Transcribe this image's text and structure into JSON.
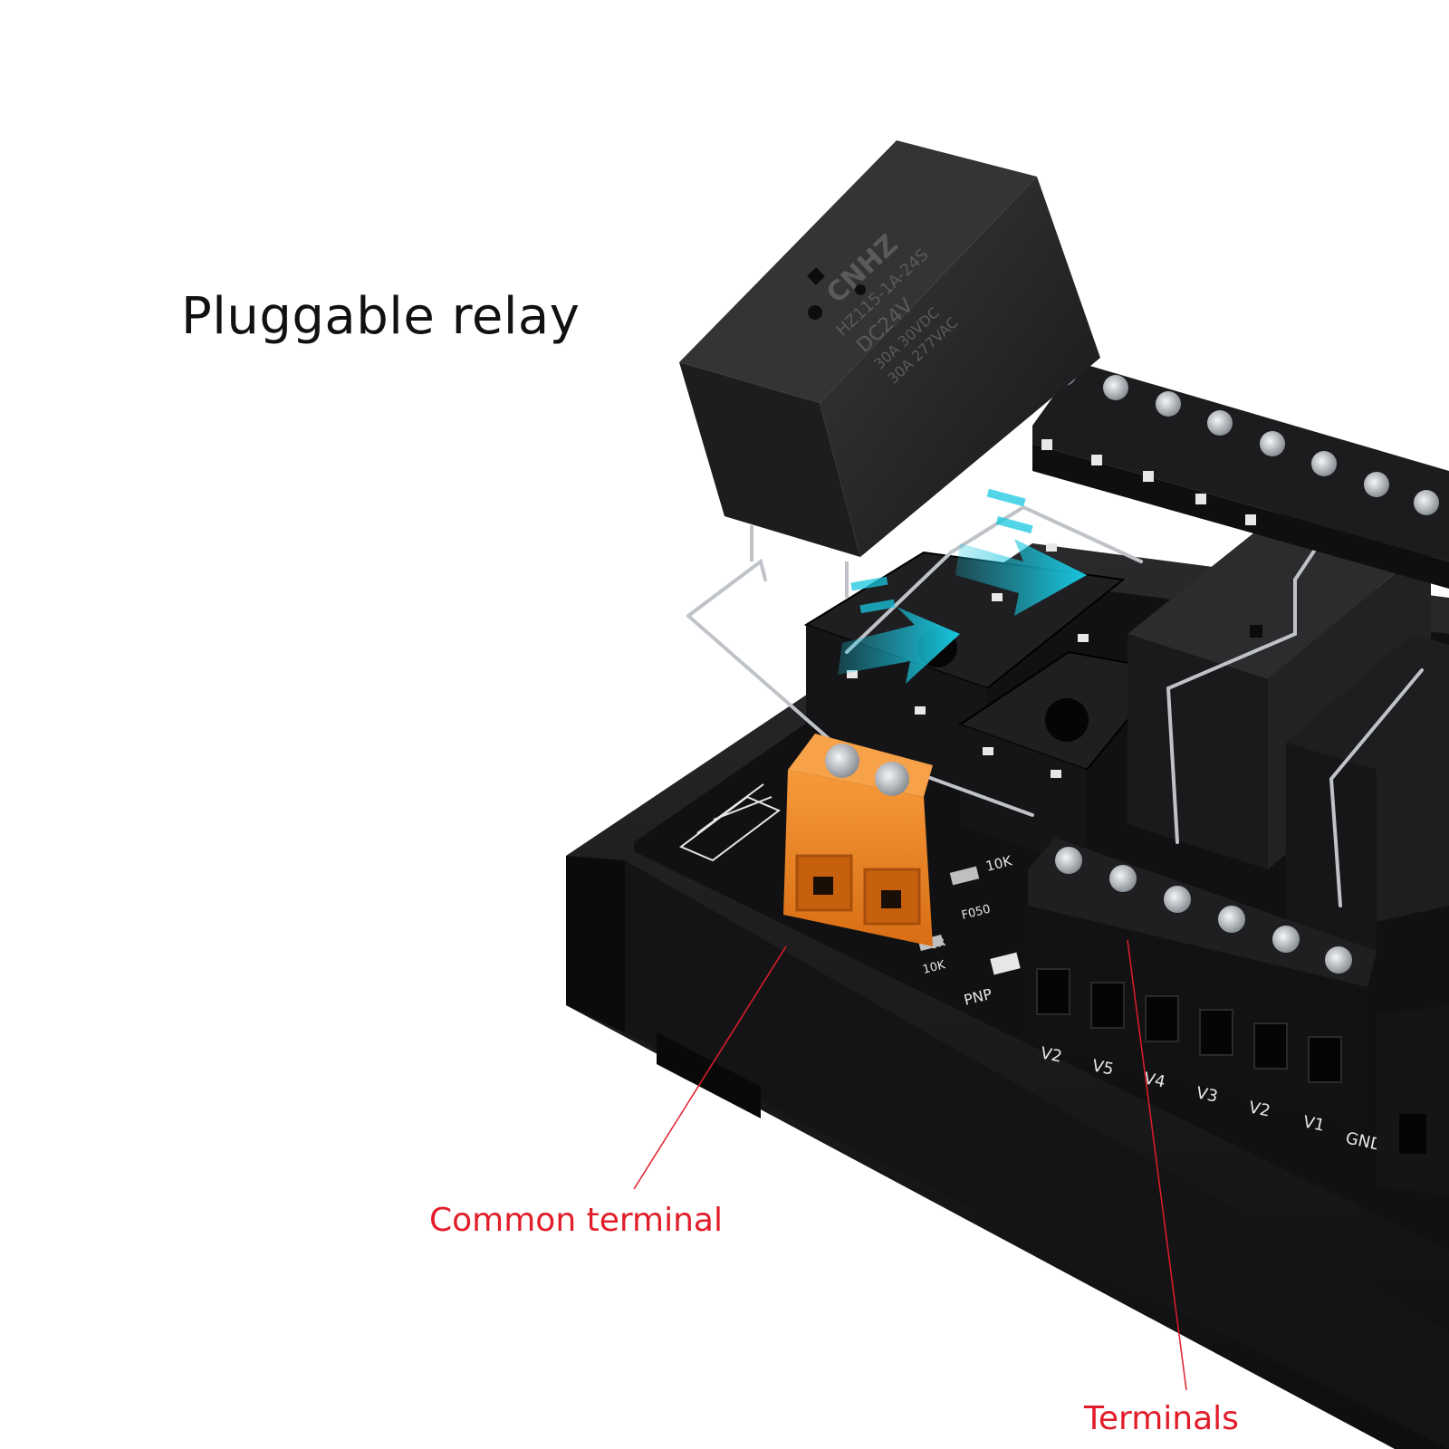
{
  "labels": {
    "title": "Pluggable relay",
    "common": "Common terminal",
    "terminals": "Terminals"
  },
  "relay_markings": {
    "brand": "CNHZ",
    "model": "HZ115-1A-24S",
    "coil": "DC24V",
    "rating_dc": "30A 30VDC",
    "rating_ac": "30A 277VAC"
  },
  "board_markings": {
    "r1": "10K",
    "r2": "0R",
    "r3": "10K",
    "r4": "F050",
    "pnp": "PNP",
    "pins": [
      "V2",
      "V5",
      "V4",
      "V3",
      "V2",
      "V1",
      "GND"
    ]
  },
  "colors": {
    "callout_red": "#e11d2a",
    "arrow_cyan": "#19c7e0",
    "terminal_orange": "#f08a2c",
    "body_black": "#1c1c1e"
  }
}
